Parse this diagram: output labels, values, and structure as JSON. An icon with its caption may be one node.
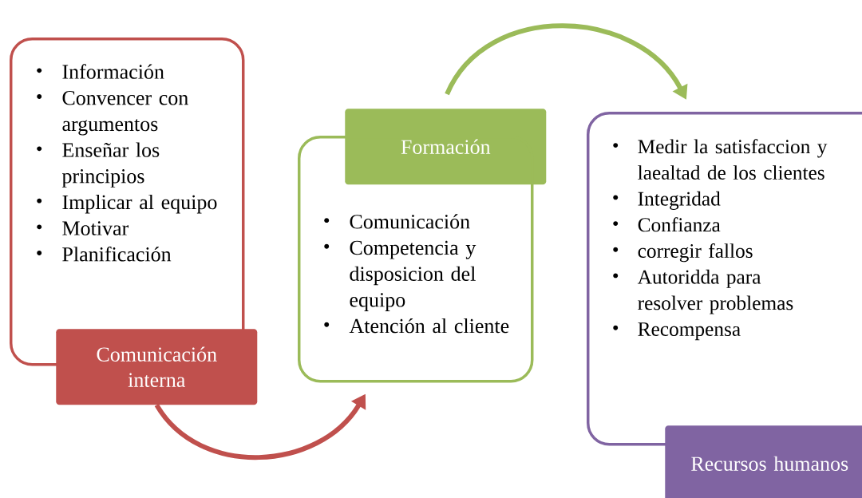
{
  "diagram": {
    "nodes": [
      {
        "text": [
          "Información",
          "Convencer con argumentos",
          "Enseñar los principios",
          "Implicar al equipo",
          "Motivar",
          "Planificación"
        ]
      },
      {
        "text": [
          "Comunicación interna"
        ]
      },
      {
        "text": [
          "Formación"
        ]
      },
      {
        "text": [
          "Comunicación",
          "Competencia y disposicion del equipo",
          "Atención al cliente"
        ]
      },
      {
        "text": [
          "Medir la satisfaccion y laealtad de los clientes",
          "Integridad",
          "Confianza",
          "corregir fallos",
          "Autoridda para resolver problemas",
          "Recompensa"
        ]
      },
      {
        "text": [
          "Recursos humanos"
        ]
      }
    ],
    "edges": [
      {
        "from": 1,
        "to": 3,
        "arrow": "to",
        "color": "#c0504d"
      },
      {
        "from": 2,
        "to": 4,
        "arrow": "to",
        "color": "#9bbb59"
      }
    ]
  }
}
